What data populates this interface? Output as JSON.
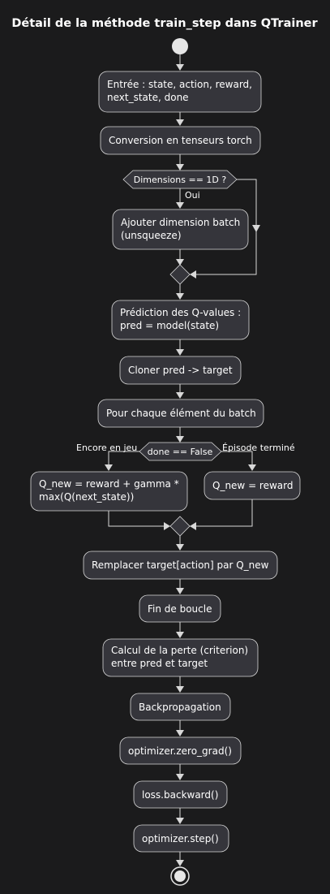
{
  "title": "Détail de la méthode train_step dans QTrainer",
  "nodes": {
    "input": [
      "Entrée : state, action, reward,",
      "next_state, done"
    ],
    "conversion": "Conversion en tenseurs torch",
    "dimension_decision": "Dimensions == 1D ?",
    "dimension_yes_label": "Oui",
    "add_batch": [
      "Ajouter dimension batch",
      "(unsqueeze)"
    ],
    "prediction": [
      "Prédiction des Q-values :",
      " pred = model(state)"
    ],
    "clone": "Cloner pred -> target",
    "loop": "Pour chaque élément du batch",
    "done_decision": "done == False",
    "done_left_label": "Encore en jeu",
    "done_right_label": "Épisode terminé",
    "q_new_continue": [
      "Q_new = reward + gamma *",
      "max(Q(next_state))"
    ],
    "q_new_done": "Q_new = reward",
    "replace_target": "Remplacer target[action] par Q_new",
    "end_loop": "Fin de boucle",
    "loss": [
      "Calcul de la perte (criterion)",
      "entre pred et target"
    ],
    "backprop": "Backpropagation",
    "zero_grad": "optimizer.zero_grad()",
    "backward": "loss.backward()",
    "step": "optimizer.step()"
  },
  "colors": {
    "background": "#1b1b1c",
    "node_fill": "#35353b",
    "line": "#d8d8d8",
    "text": "#ffffff",
    "start_fill": "#e6e6e6"
  }
}
